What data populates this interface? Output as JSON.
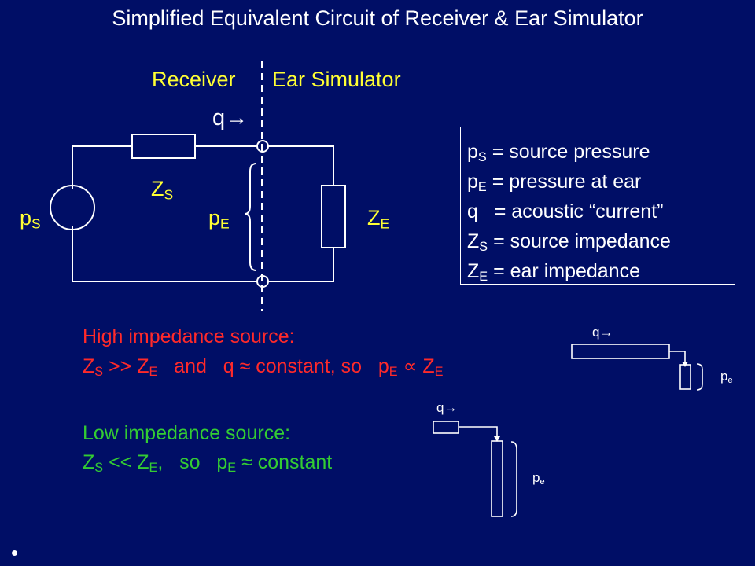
{
  "title": "Simplified Equivalent Circuit of Receiver & Ear Simulator",
  "circuit": {
    "receiver_label": "Receiver",
    "ear_simulator_label": "Ear Simulator",
    "q_label": "q",
    "arrow": "→",
    "zs_main": "Z",
    "zs_sub": "S",
    "ps_main": "p",
    "ps_sub": "S",
    "pe_main": "p",
    "pe_sub": "E",
    "ze_main": "Z",
    "ze_sub": "E"
  },
  "legend": {
    "items": [
      {
        "main": "p",
        "sub": "S",
        "text": " = source pressure"
      },
      {
        "main": "p",
        "sub": "E",
        "text": " = pressure at ear"
      },
      {
        "main": "q",
        "sub": "",
        "text": "   = acoustic “current”"
      },
      {
        "main": "Z",
        "sub": "S",
        "text": " = source impedance"
      },
      {
        "main": "Z",
        "sub": "E",
        "text": " = ear impedance"
      }
    ]
  },
  "high_impedance": {
    "heading": "High impedance source:",
    "z": "Z",
    "s": "S",
    "gt": " >> Z",
    "e": "E",
    "and_q": "   and   q ≈ constant, so   p",
    "e2": "E",
    "prop": " ∝ Z",
    "e3": "E"
  },
  "low_impedance": {
    "heading": "Low impedance source:",
    "z": "Z",
    "s": "S",
    "lt": " << Z",
    "e": "E",
    "so": ",   so   p",
    "e2": "E",
    "approx": " ≈ constant"
  },
  "mini_high": {
    "q": "q",
    "arrow": "→",
    "p": "p",
    "sub": "e"
  },
  "mini_low": {
    "q": "q",
    "arrow": "→",
    "p": "p",
    "sub": "e"
  },
  "colors": {
    "background": "#000e66",
    "yellow": "#ffff33",
    "red": "#ff2a2a",
    "green": "#33cc33",
    "white": "#ffffff"
  }
}
